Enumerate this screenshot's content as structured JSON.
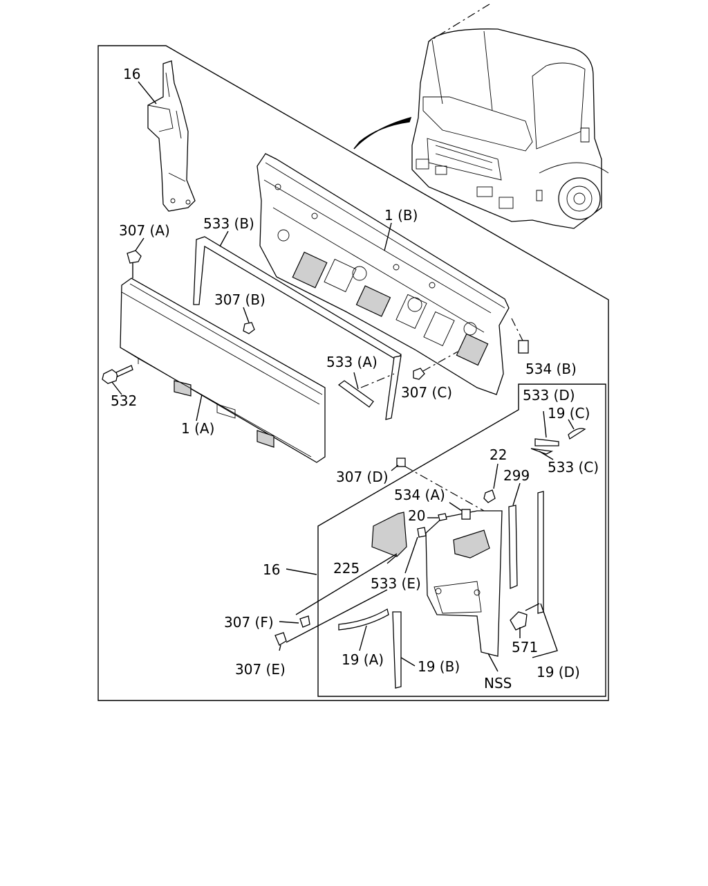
{
  "diagram": {
    "labels": {
      "l16_top": "16",
      "l307A": "307 (A)",
      "l533B": "533 (B)",
      "l1B": "1 (B)",
      "l307B": "307 (B)",
      "l532": "532",
      "l1A": "1 (A)",
      "l533A": "533 (A)",
      "l307C": "307 (C)",
      "l534B": "534 (B)",
      "l533D": "533 (D)",
      "l19C": "19 (C)",
      "l533C": "533 (C)",
      "l22": "22",
      "l299": "299",
      "l307D": "307 (D)",
      "l534A": "534 (A)",
      "l20": "20",
      "l225": "225",
      "l16_mid": "16",
      "l533E": "533 (E)",
      "l307F": "307 (F)",
      "l307E": "307 (E)",
      "l19A": "19 (A)",
      "l19B": "19 (B)",
      "l571": "571",
      "lNSS": "NSS",
      "l19D": "19 (D)"
    }
  }
}
